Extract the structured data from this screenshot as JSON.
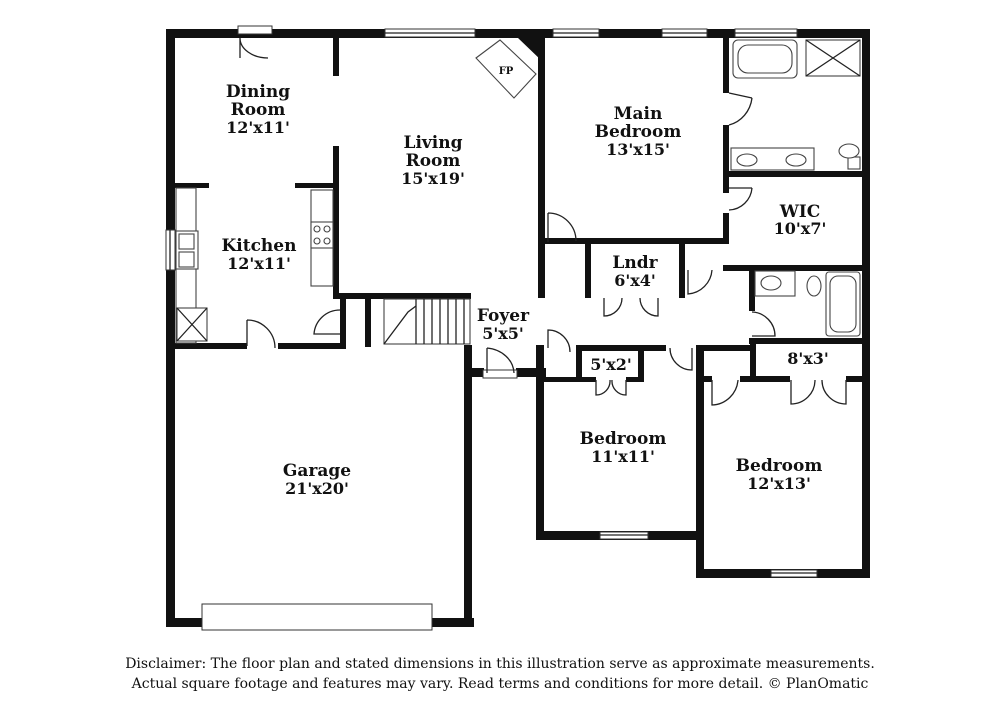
{
  "rooms": {
    "dining": {
      "name_line1": "Dining",
      "name_line2": "Room",
      "dims": "12'x11'"
    },
    "living": {
      "name_line1": "Living",
      "name_line2": "Room",
      "dims": "15'x19'"
    },
    "main_bedroom": {
      "name_line1": "Main",
      "name_line2": "Bedroom",
      "dims": "13'x15'"
    },
    "kitchen": {
      "name": "Kitchen",
      "dims": "12'x11'"
    },
    "wic": {
      "name": "WIC",
      "dims": "10'x7'"
    },
    "laundry": {
      "name": "Lndr",
      "dims": "6'x4'"
    },
    "foyer": {
      "name": "Foyer",
      "dims": "5'x5'"
    },
    "closet_a": {
      "dims": "5'x2'"
    },
    "closet_b": {
      "dims": "8'x3'"
    },
    "garage": {
      "name": "Garage",
      "dims": "21'x20'"
    },
    "bedroom_2": {
      "name": "Bedroom",
      "dims": "11'x11'"
    },
    "bedroom_3": {
      "name": "Bedroom",
      "dims": "12'x13'"
    }
  },
  "fireplace_label": "FP",
  "disclaimer": {
    "line1": "Disclaimer: The floor plan and stated dimensions in this illustration serve as approximate measurements.",
    "line2": "Actual square footage and features may vary. Read terms and conditions for more detail. © PlanOmatic"
  }
}
